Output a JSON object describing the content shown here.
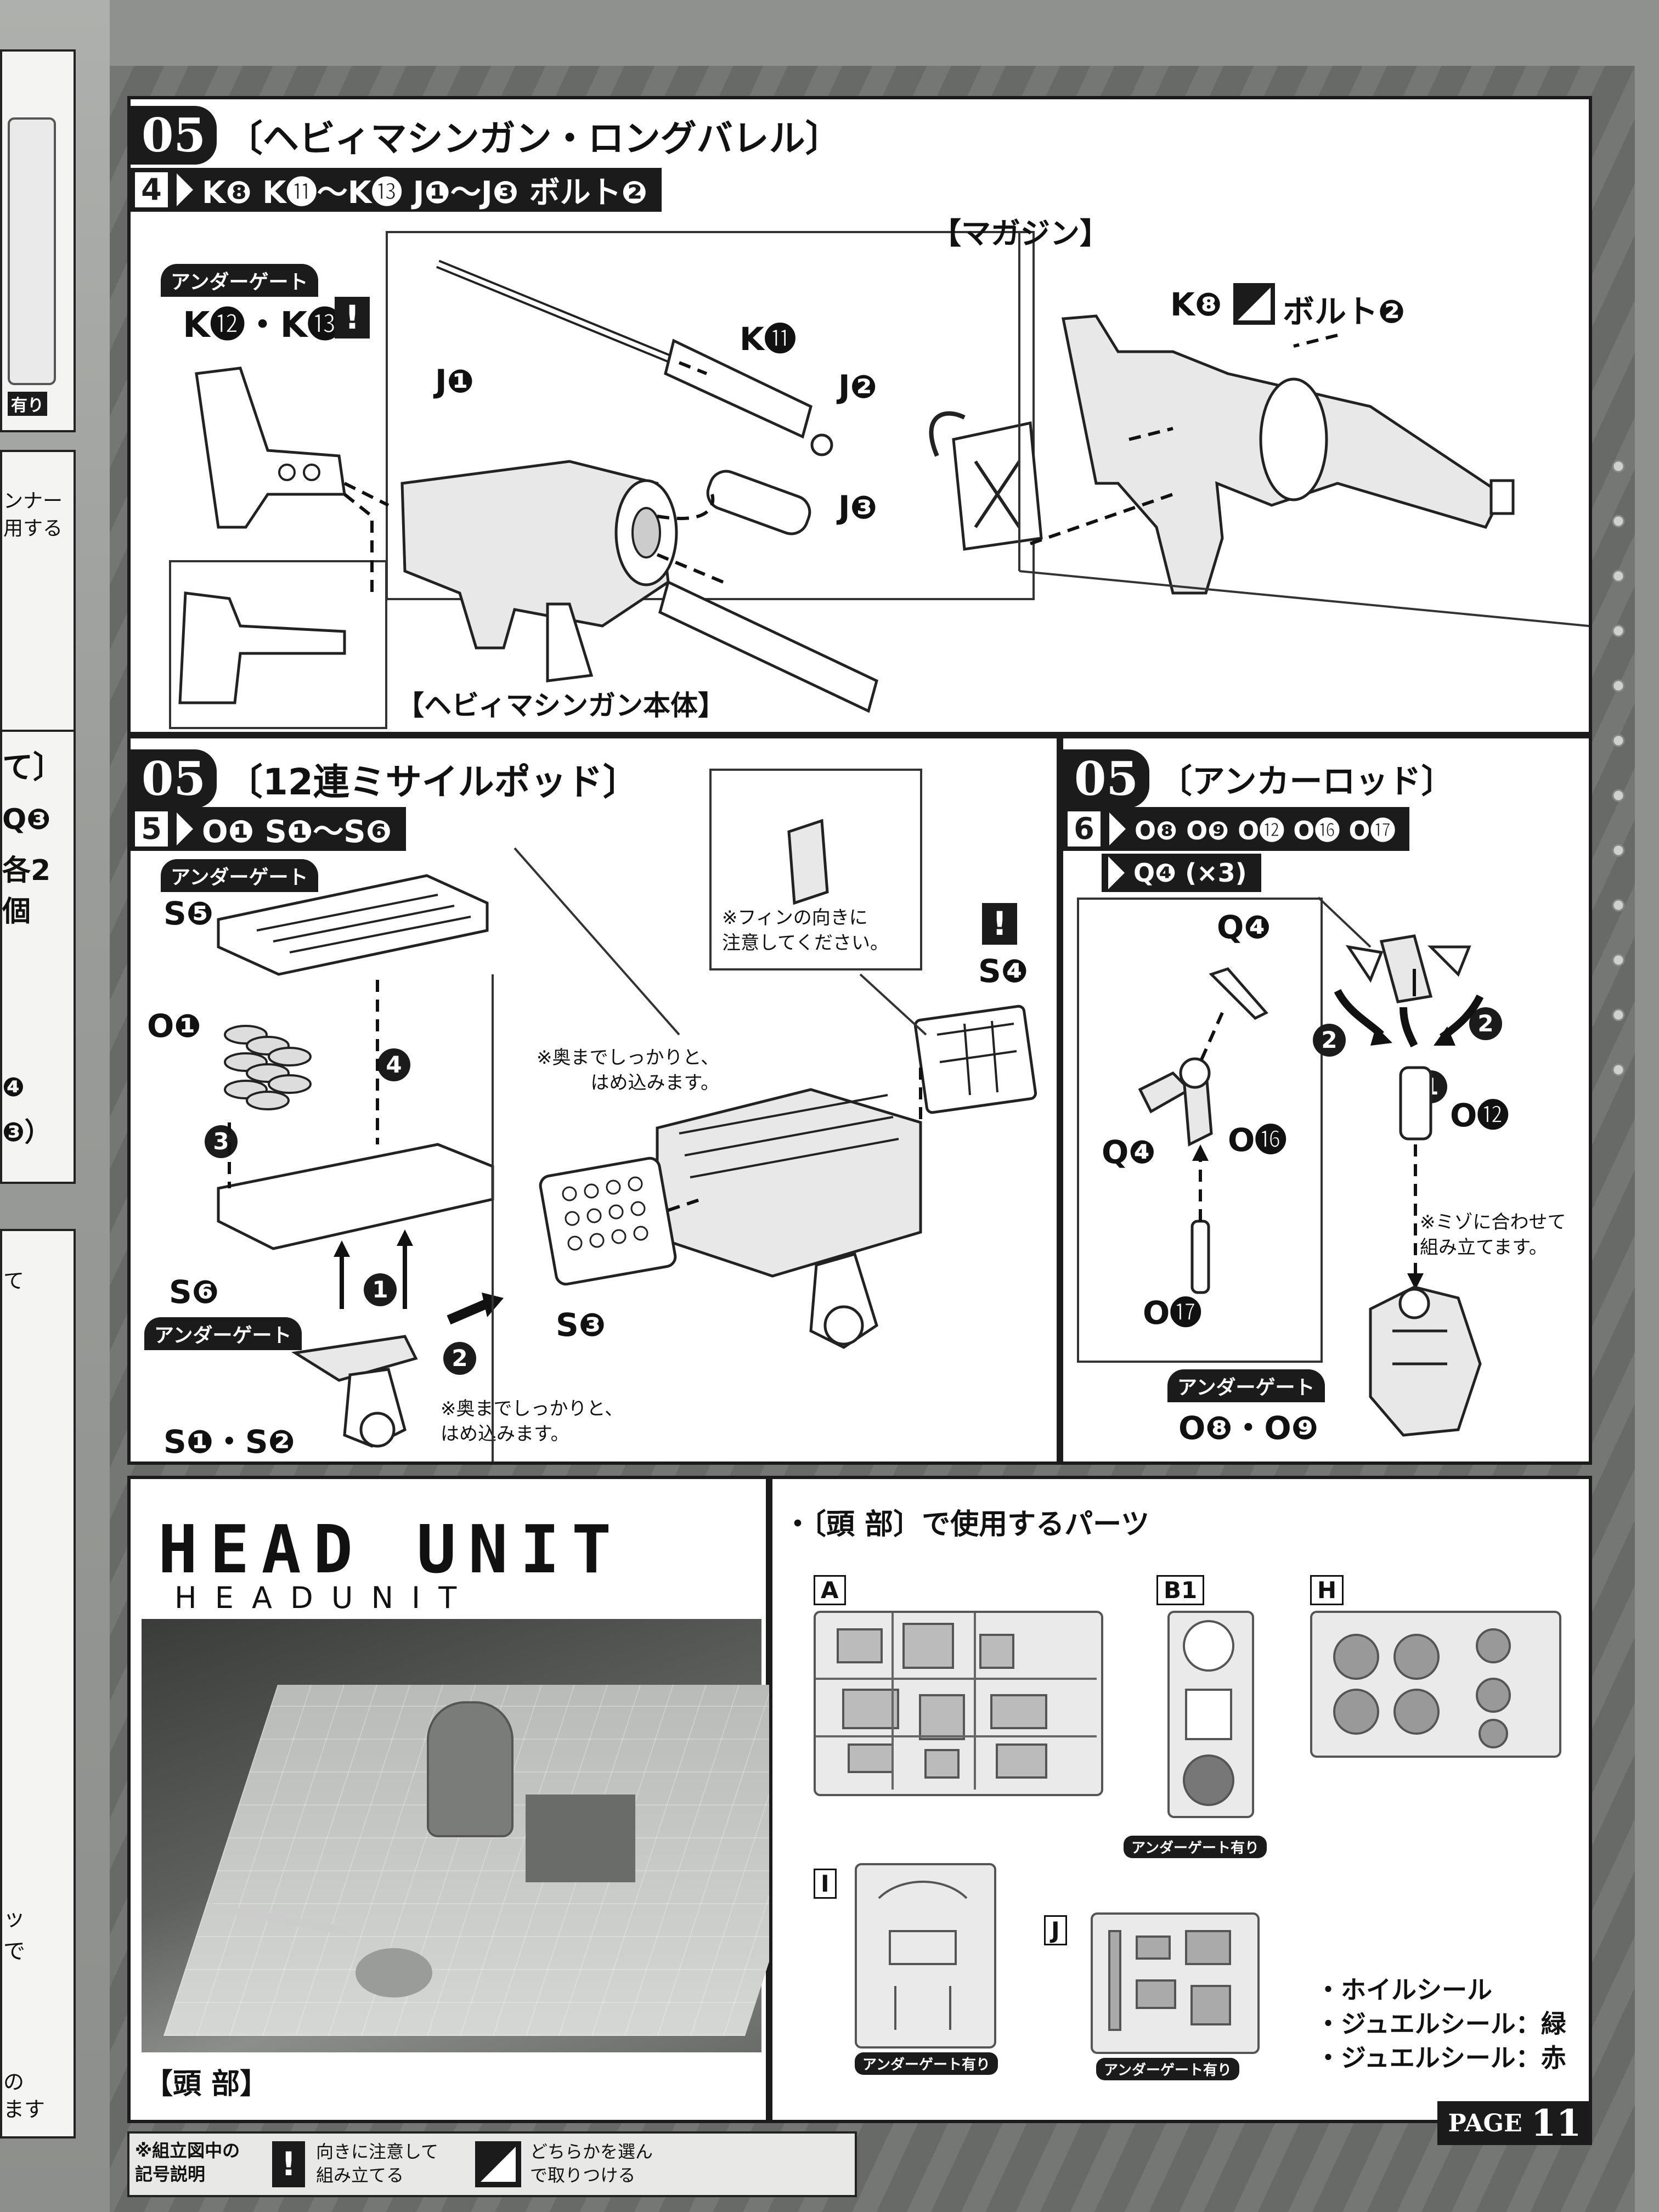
{
  "page": {
    "left_fragments": {
      "runner_label": "有り",
      "t1": "ンナー",
      "t2": "用する",
      "t3": "て〕",
      "t4": "Q❸",
      "t5": "各2個",
      "t6": "❹",
      "t7": "❸）",
      "t8": "て",
      "t9": "ッ",
      "t10": "で",
      "t11": "の",
      "t12": "ます"
    },
    "step1": {
      "number": "05",
      "title": "〔ヘビィマシンガン・ロングバレル〕",
      "sub_num": "4",
      "parts": "K❽ K⓫～K⓭ J❶～J❸ ボルト❷",
      "tag": "アンダーゲート",
      "k_label": "K⓬・K⓭",
      "labels": {
        "j1": "J❶",
        "k11": "K⓫",
        "j2": "J❷",
        "j3": "J❸"
      },
      "body_caption": "【ヘビィマシンガン本体】",
      "magazine": "【マガジン】",
      "k8": "K❽",
      "bolt": "ボルト❷"
    },
    "step2": {
      "number": "05",
      "title": "〔12連ミサイルポッド〕",
      "sub_num": "5",
      "parts": "O❶ S❶～S❻",
      "tag1": "アンダーゲート",
      "tag2": "アンダーゲート",
      "labels": {
        "s5": "S❺",
        "o1": "O❶",
        "s6": "S❻",
        "s1s2": "S❶・S❷",
        "s3": "S❸",
        "s4": "S❹"
      },
      "fin_note": "※フィンの向きに\n注意してください。",
      "press_note1": "※奥までしっかりと、\nはめ込みます。",
      "press_note2": "※奥までしっかりと、\nはめ込みます。",
      "steps": {
        "a": "1",
        "b": "2",
        "c": "3",
        "d": "4"
      }
    },
    "step3": {
      "number": "05",
      "title": "〔アンカーロッド〕",
      "sub_num": "6",
      "parts1": "O❽ O❾ O⓬ O⓰ O⓱",
      "parts2": "Q❹ (×3)",
      "labels": {
        "q4a": "Q❹",
        "q4b": "Q❹",
        "o16": "O⓰",
        "o17": "O⓱",
        "o12": "O⓬",
        "o8o9": "O❽・O❾"
      },
      "groove_note": "※ミゾに合わせて\n組み立てます。",
      "tag": "アンダーゲート",
      "steps": {
        "a": "1",
        "b": "2",
        "c": "2"
      }
    },
    "head": {
      "logo": "HEAD UNIT",
      "logo_sub": "H E A D   U N I T",
      "caption": "【頭 部】",
      "parts_title": "・〔頭 部〕で使用するパーツ",
      "runners": [
        {
          "id": "A",
          "tag": ""
        },
        {
          "id": "B1",
          "tag": "アンダーゲート有り"
        },
        {
          "id": "H",
          "tag": ""
        },
        {
          "id": "I",
          "tag": "アンダーゲート有り"
        },
        {
          "id": "J",
          "tag": "アンダーゲート有り"
        }
      ],
      "stickers": [
        "・ホイルシール",
        "・ジュエルシール：緑",
        "・ジュエルシール：赤"
      ]
    },
    "legend": {
      "title": "※組立図中の\n記号説明",
      "item1": "向きに注意して\n組み立てる",
      "item2": "どちらかを選ん\nで取りつける"
    },
    "page_label": "PAGE",
    "page_number": "11"
  }
}
